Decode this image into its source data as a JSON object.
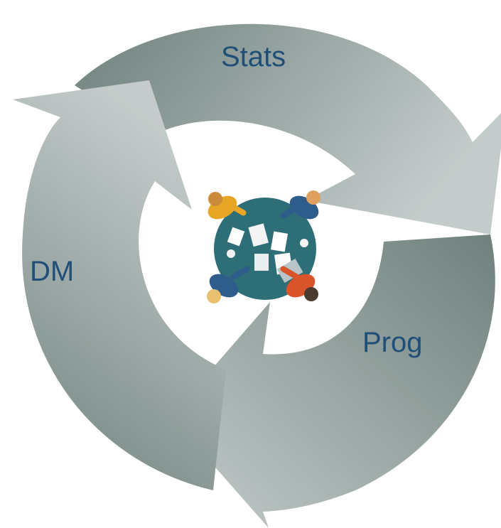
{
  "diagram": {
    "type": "cycle",
    "stages": [
      {
        "label": "Stats",
        "color_light": "#c4cccb",
        "color_dark": "#6f817d"
      },
      {
        "label": "Prog",
        "color_light": "#c4cccb",
        "color_dark": "#6f817d"
      },
      {
        "label": "DM",
        "color_light": "#c4cccb",
        "color_dark": "#6f817d"
      }
    ],
    "label_color": "#1f4e79",
    "center_illustration": "team-meeting-around-table-icon",
    "colors": {
      "table": "#2e6e76",
      "person_yellow": "#e8a626",
      "person_blue": "#2e5d8c",
      "person_orange": "#d9542a"
    }
  }
}
